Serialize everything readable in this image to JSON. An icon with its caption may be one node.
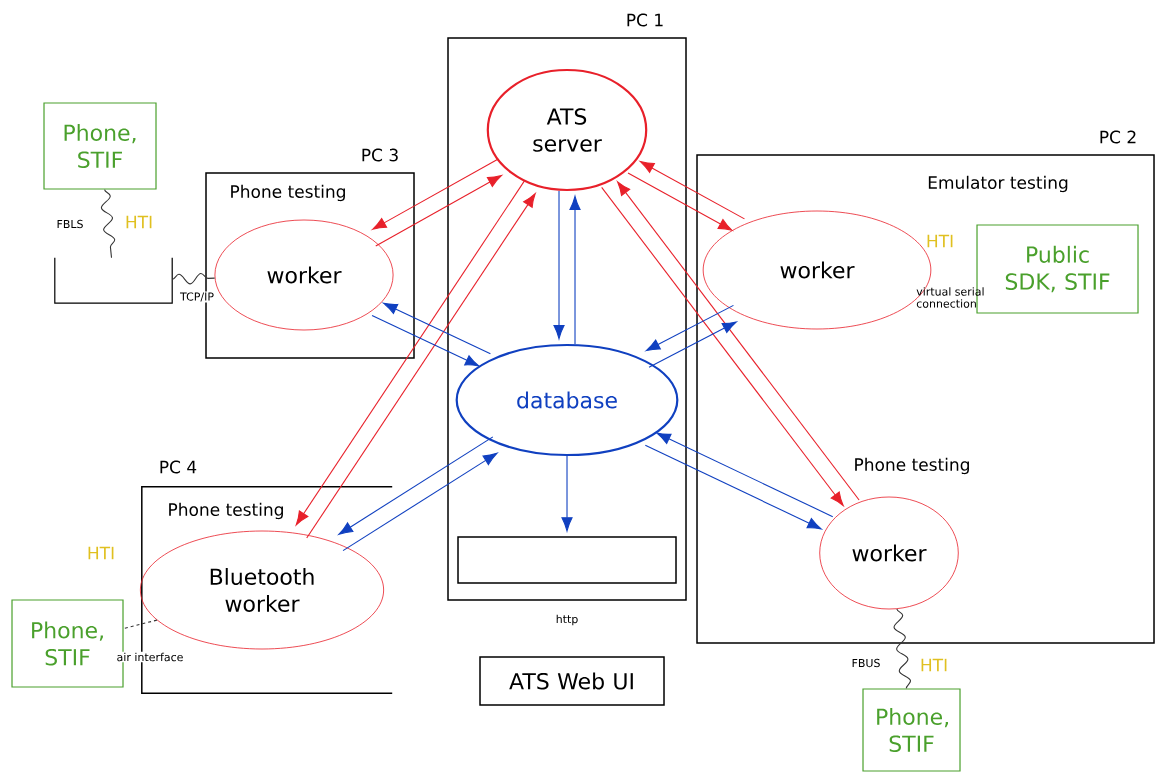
{
  "diagram": {
    "nodes": [
      {
        "text": [
          "PC 1"
        ]
      },
      {
        "text": [
          "ATS server"
        ],
        "in": 0
      },
      {
        "text": [
          "database"
        ],
        "in": 0
      },
      {
        "text": [],
        "shape": "box",
        "in": 0
      },
      {
        "text": [
          "PC 3",
          "Phone testing"
        ]
      },
      {
        "text": [
          "worker"
        ],
        "in": 4
      },
      {
        "text": [
          "Phone, STIF"
        ]
      },
      {
        "text": [],
        "shape": "box"
      },
      {
        "text": [
          "PC 2",
          "Emulator testing"
        ]
      },
      {
        "text": [
          "worker"
        ],
        "in": 8
      },
      {
        "text": [
          "Public SDK, STIF"
        ],
        "in": 8
      },
      {
        "text": [
          "worker"
        ],
        "in": 8,
        "beside": [
          "Phone testing"
        ]
      },
      {
        "text": [
          "PC 4",
          "Phone testing"
        ]
      },
      {
        "text": [
          "Bluetooth worker"
        ],
        "in": 12
      },
      {
        "text": [
          "Phone, STIF"
        ]
      },
      {
        "text": [
          "ATS Web UI"
        ]
      },
      {
        "text": [
          "Phone, STIF"
        ]
      }
    ],
    "edges": [
      {
        "from": 1,
        "to": 5,
        "arrow": "to",
        "color": "#e8202a"
      },
      {
        "from": 5,
        "to": 1,
        "arrow": "to",
        "color": "#e8202a"
      },
      {
        "from": 1,
        "to": 9,
        "arrow": "to",
        "color": "#e8202a"
      },
      {
        "from": 9,
        "to": 1,
        "arrow": "to",
        "color": "#e8202a"
      },
      {
        "from": 1,
        "to": 11,
        "arrow": "to",
        "color": "#e8202a"
      },
      {
        "from": 11,
        "to": 1,
        "arrow": "to",
        "color": "#e8202a"
      },
      {
        "from": 1,
        "to": 13,
        "arrow": "to",
        "color": "#e8202a"
      },
      {
        "from": 13,
        "to": 1,
        "arrow": "to",
        "color": "#e8202a"
      },
      {
        "from": 1,
        "to": 2,
        "arrow": "to"
      },
      {
        "from": 2,
        "to": 1,
        "arrow": "to"
      },
      {
        "from": 2,
        "to": 5,
        "arrow": "to"
      },
      {
        "from": 5,
        "to": 2,
        "arrow": "to"
      },
      {
        "from": 2,
        "to": 9,
        "arrow": "to"
      },
      {
        "from": 9,
        "to": 2,
        "arrow": "to"
      },
      {
        "from": 2,
        "to": 11,
        "arrow": "to"
      },
      {
        "from": 11,
        "to": 2,
        "arrow": "to"
      },
      {
        "from": 2,
        "to": 13,
        "arrow": "to"
      },
      {
        "from": 13,
        "to": 2,
        "arrow": "to"
      },
      {
        "from": 2,
        "to": 3,
        "arrow": "to"
      },
      {
        "from": 6,
        "to": 7,
        "arrow": "none",
        "label": "FBLS",
        "color": "#333333"
      },
      {
        "from": 7,
        "to": 5,
        "arrow": "none",
        "label": "TCP/IP",
        "color": "#333333"
      },
      {
        "from": 13,
        "to": 14,
        "arrow": "none",
        "label": "air interface",
        "style": "dashed",
        "color": "#333333"
      },
      {
        "from": 11,
        "to": 16,
        "arrow": "none",
        "label": "FBUS",
        "color": "#333333"
      }
    ],
    "labels": [
      "HTI",
      "HTI",
      "virtual serial connection",
      "HTI",
      "http",
      "HTI"
    ]
  }
}
